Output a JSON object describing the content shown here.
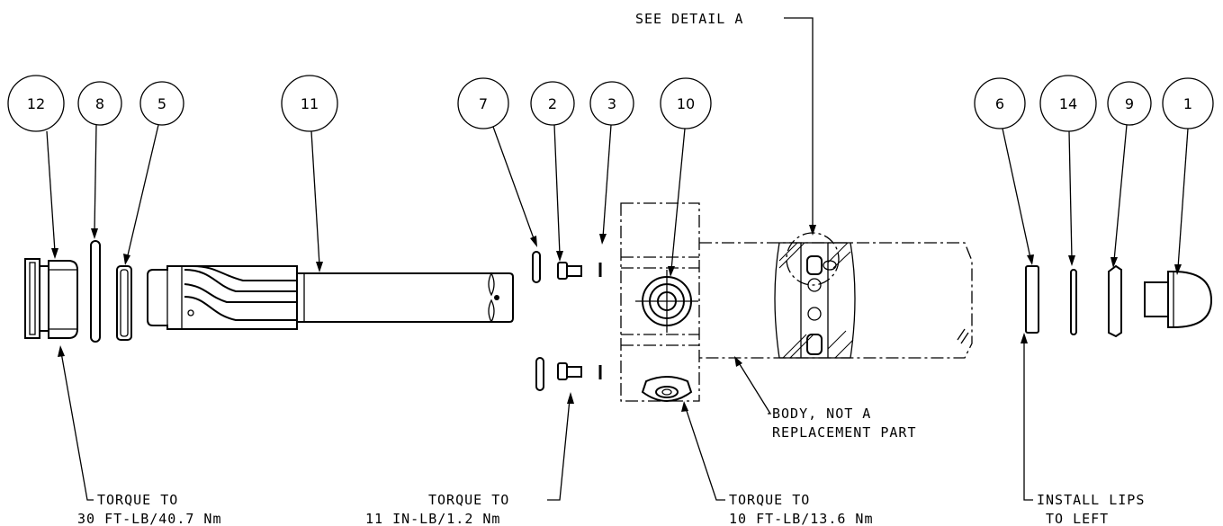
{
  "detail_callout": "SEE DETAIL  A",
  "balloons": [
    "12",
    "8",
    "5",
    "11",
    "7",
    "2",
    "3",
    "10",
    "6",
    "14",
    "9",
    "1"
  ],
  "notes": {
    "torque_12": [
      "TORQUE TO",
      "30 FT-LB/40.7 Nm"
    ],
    "torque_2": [
      "TORQUE TO",
      "11 IN-LB/1.2 Nm"
    ],
    "torque_10": [
      "TORQUE TO",
      "10 FT-LB/13.6 Nm"
    ],
    "body": [
      "BODY, NOT A",
      "REPLACEMENT PART"
    ],
    "install_lips": [
      "INSTALL LIPS",
      "TO LEFT"
    ]
  }
}
